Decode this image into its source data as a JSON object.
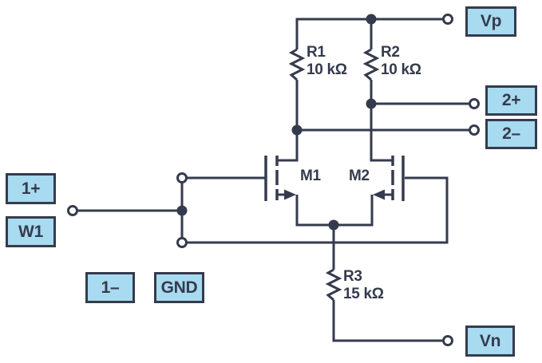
{
  "colors": {
    "ink": "#353B4D",
    "terminal_fill": "#A8DAF0",
    "background": "#FFFFFF"
  },
  "terminals": {
    "vp": "Vp",
    "ch2_plus": "2+",
    "ch2_minus": "2–",
    "ch1_plus": "1+",
    "w1": "W1",
    "ch1_minus": "1–",
    "gnd": "GND",
    "vn": "Vn"
  },
  "resistors": {
    "r1": {
      "name": "R1",
      "value": "10 kΩ"
    },
    "r2": {
      "name": "R2",
      "value": "10 kΩ"
    },
    "r3": {
      "name": "R3",
      "value": "15 kΩ"
    }
  },
  "transistors": {
    "m1": "M1",
    "m2": "M2"
  }
}
